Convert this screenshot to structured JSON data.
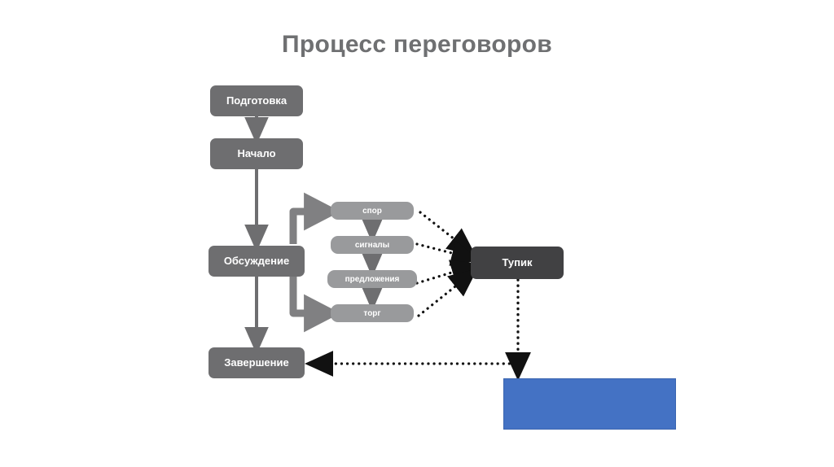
{
  "page": {
    "title": "Процесс переговоров",
    "background_color": "#ffffff",
    "title_color": "#6f7072"
  },
  "colors": {
    "main_node": "#6e6e70",
    "sub_node": "#999a9c",
    "dark_node": "#414143",
    "blue_box": "#4472c4",
    "blue_box_border": "#3b65b0",
    "solid_arrow": "#6e6e70",
    "thick_elbow_arrow": "#808082",
    "sub_arrow": "#6e6e70",
    "dotted_arrow": "#111111",
    "node_text": "#ffffff"
  },
  "diagram": {
    "main_nodes": [
      {
        "id": "preparation",
        "label": "Подготовка"
      },
      {
        "id": "start",
        "label": "Начало"
      },
      {
        "id": "discussion",
        "label": "Обсуждение"
      },
      {
        "id": "completion",
        "label": "Завершение"
      }
    ],
    "sub_nodes": [
      {
        "id": "dispute",
        "label": "спор"
      },
      {
        "id": "signals",
        "label": "сигналы"
      },
      {
        "id": "offers",
        "label": "предложения"
      },
      {
        "id": "bargain",
        "label": "торг"
      }
    ],
    "dark_nodes": [
      {
        "id": "deadlock",
        "label": "Тупик"
      }
    ],
    "blue_nodes": [
      {
        "id": "blue-placeholder",
        "label": ""
      }
    ],
    "connections": [
      {
        "from": "preparation",
        "to": "start",
        "style": "solid"
      },
      {
        "from": "start",
        "to": "discussion",
        "style": "solid"
      },
      {
        "from": "discussion",
        "to": "completion",
        "style": "solid"
      },
      {
        "from": "discussion",
        "to": "dispute",
        "style": "thick-elbow"
      },
      {
        "from": "discussion",
        "to": "bargain",
        "style": "thick-elbow"
      },
      {
        "from": "dispute",
        "to": "signals",
        "style": "solid-small"
      },
      {
        "from": "signals",
        "to": "offers",
        "style": "solid-small"
      },
      {
        "from": "offers",
        "to": "bargain",
        "style": "solid-small"
      },
      {
        "from": "dispute",
        "to": "deadlock",
        "style": "dotted"
      },
      {
        "from": "signals",
        "to": "deadlock",
        "style": "dotted"
      },
      {
        "from": "offers",
        "to": "deadlock",
        "style": "dotted"
      },
      {
        "from": "bargain",
        "to": "deadlock",
        "style": "dotted"
      },
      {
        "from": "deadlock",
        "to": "completion",
        "style": "dotted"
      },
      {
        "from": "deadlock",
        "to": "blue-placeholder",
        "style": "dotted"
      }
    ]
  }
}
